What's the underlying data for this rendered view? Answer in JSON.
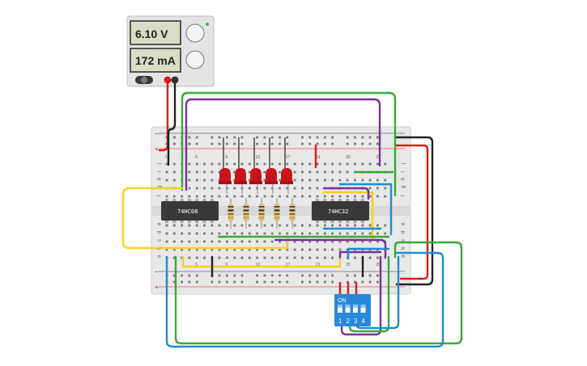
{
  "power_supply": {
    "voltage_display": "6.10 V",
    "current_display": "172 mA"
  },
  "breadboard": {
    "row_labels": [
      "a",
      "b",
      "c",
      "d",
      "e",
      "f",
      "g",
      "h",
      "i",
      "j"
    ],
    "column_numbers_top": [
      "1",
      "5",
      "9",
      "13",
      "17",
      "21",
      "25",
      "29"
    ],
    "column_numbers_bottom": [
      "1",
      "5",
      "9",
      "13",
      "17",
      "21",
      "25",
      "29"
    ],
    "plus_symbol": "+",
    "minus_symbol": "−"
  },
  "chips": {
    "chip1_label": "74HC08",
    "chip2_label": "74HC32"
  },
  "dip_switch": {
    "on_label": "ON",
    "numbers": [
      "1",
      "2",
      "3",
      "4"
    ]
  },
  "colors": {
    "wire_red": "#e0191a",
    "wire_black": "#222222",
    "wire_green": "#3aa935",
    "wire_purple": "#7b2f9c",
    "wire_blue": "#1a8fd1",
    "wire_yellow": "#f2d11c",
    "led_red": "#c8141c",
    "dip_blue": "#2b87d8"
  }
}
